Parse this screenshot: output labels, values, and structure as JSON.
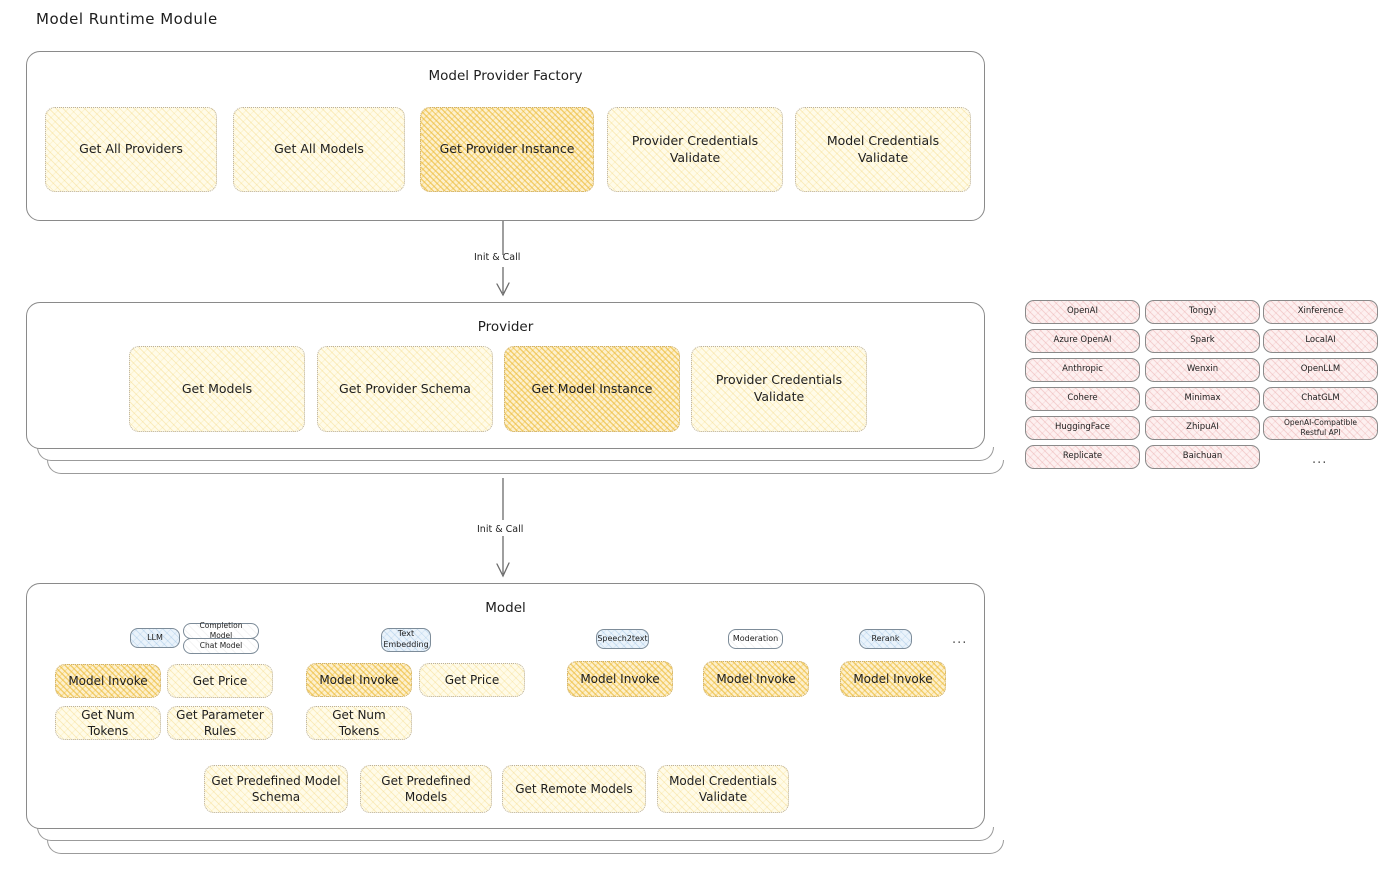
{
  "page": {
    "title": "Model Runtime Module"
  },
  "factory": {
    "title": "Model Provider Factory",
    "nodes": [
      {
        "label": "Get All Providers",
        "state": "normal"
      },
      {
        "label": "Get All Models",
        "state": "normal"
      },
      {
        "label": "Get Provider Instance",
        "state": "highlighted"
      },
      {
        "label": "Provider Credentials Validate",
        "state": "normal"
      },
      {
        "label": "Model Credentials Validate",
        "state": "normal"
      }
    ]
  },
  "arrows": [
    {
      "label": "Init & Call",
      "from": "Model Provider Factory",
      "to": "Provider"
    },
    {
      "label": "Init & Call",
      "from": "Provider",
      "to": "Model"
    }
  ],
  "provider": {
    "title": "Provider",
    "nodes": [
      {
        "label": "Get Models",
        "state": "normal"
      },
      {
        "label": "Get Provider Schema",
        "state": "normal"
      },
      {
        "label": "Get Model Instance",
        "state": "highlighted"
      },
      {
        "label": "Provider Credentials Validate",
        "state": "normal"
      }
    ]
  },
  "provider_list": {
    "columns": [
      [
        "OpenAI",
        "Azure OpenAI",
        "Anthropic",
        "Cohere",
        "HuggingFace",
        "Replicate"
      ],
      [
        "Tongyi",
        "Spark",
        "Wenxin",
        "Minimax",
        "ZhipuAI",
        "Baichuan"
      ],
      [
        "Xinference",
        "LocalAI",
        "OpenLLM",
        "ChatGLM",
        "OpenAI-Compatible Restful API"
      ]
    ],
    "more": "..."
  },
  "model": {
    "title": "Model",
    "more": "...",
    "types": [
      {
        "tag": "LLM",
        "tag_style": "blue",
        "subtags": [
          {
            "label": "Completion Model",
            "style": "plain"
          },
          {
            "label": "Chat Model",
            "style": "plain"
          }
        ],
        "methods": [
          {
            "label": "Model Invoke",
            "state": "highlighted"
          },
          {
            "label": "Get Price",
            "state": "normal"
          },
          {
            "label": "Get Num Tokens",
            "state": "normal"
          },
          {
            "label": "Get Parameter Rules",
            "state": "normal"
          }
        ]
      },
      {
        "tag": "Text Embedding",
        "tag_style": "blue",
        "subtags": [],
        "methods": [
          {
            "label": "Model Invoke",
            "state": "highlighted"
          },
          {
            "label": "Get Price",
            "state": "normal"
          },
          {
            "label": "Get Num Tokens",
            "state": "normal"
          }
        ]
      },
      {
        "tag": "Speech2text",
        "tag_style": "blue",
        "subtags": [],
        "methods": [
          {
            "label": "Model Invoke",
            "state": "highlighted"
          }
        ]
      },
      {
        "tag": "Moderation",
        "tag_style": "plain",
        "subtags": [],
        "methods": [
          {
            "label": "Model Invoke",
            "state": "highlighted"
          }
        ]
      },
      {
        "tag": "Rerank",
        "tag_style": "blue",
        "subtags": [],
        "methods": [
          {
            "label": "Model Invoke",
            "state": "highlighted"
          }
        ]
      }
    ],
    "common_methods": [
      {
        "label": "Get Predefined Model Schema",
        "state": "normal"
      },
      {
        "label": "Get Predefined Models",
        "state": "normal"
      },
      {
        "label": "Get Remote Models",
        "state": "normal"
      },
      {
        "label": "Model Credentials Validate",
        "state": "normal"
      }
    ]
  },
  "colors": {
    "node_light": "#fffbe8",
    "node_strong": "#fdf0cd",
    "node_pink": "#fdf0f0",
    "node_blue": "#eaf3fb",
    "stroke": "#8a8a8a",
    "text": "#1e1e1e"
  }
}
